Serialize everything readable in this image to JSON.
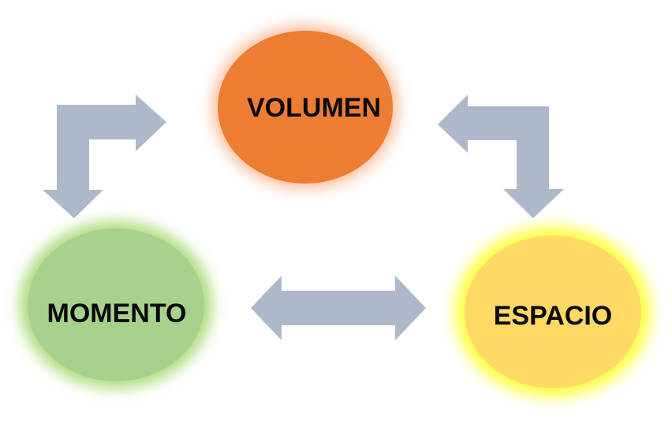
{
  "diagram": {
    "nodes": {
      "volumen": {
        "label": "VOLUMEN",
        "fill": "#ED7D31",
        "glow": "#F7A97C"
      },
      "momento": {
        "label": "MOMENTO",
        "fill": "#A9D18E",
        "glow": "#92D050"
      },
      "espacio": {
        "label": "ESPACIO",
        "fill": "#FFD966",
        "glow": "#FFFF00"
      }
    },
    "arrow_color": "#ADB9CA"
  }
}
